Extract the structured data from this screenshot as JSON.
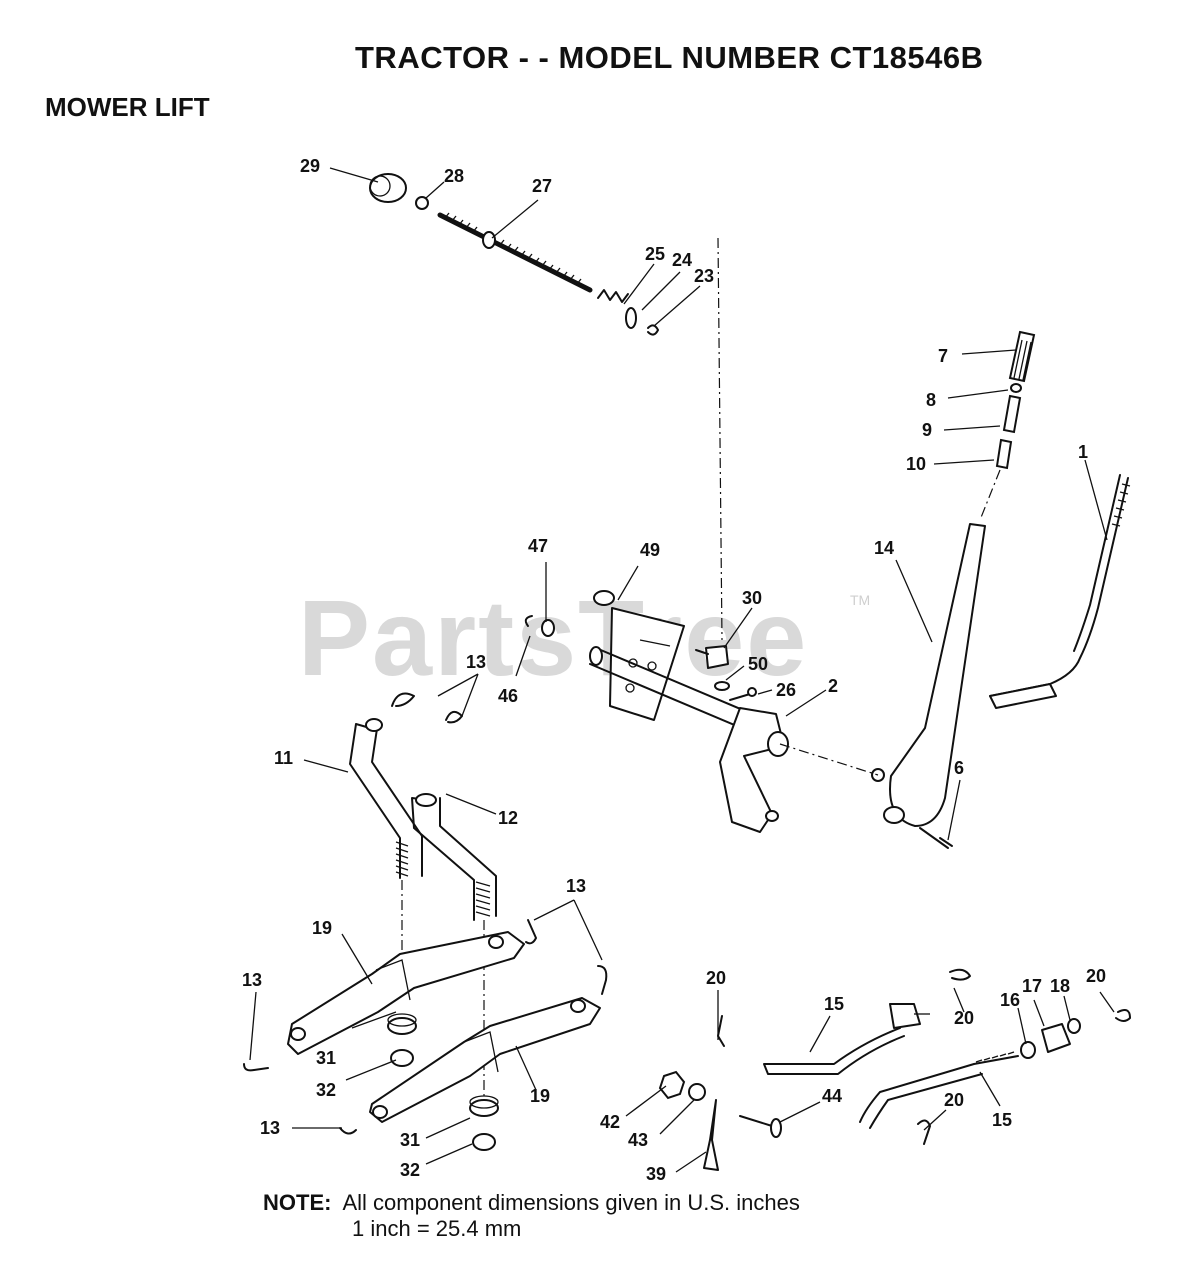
{
  "header": {
    "title": "TRACTOR - - MODEL NUMBER CT18546B",
    "section": "MOWER LIFT"
  },
  "watermark": {
    "text": "PartsTree",
    "tm": "TM"
  },
  "note": {
    "label": "NOTE:",
    "line1": "All component dimensions given in U.S. inches",
    "line2": "1 inch = 25.4 mm"
  },
  "callouts": [
    "29",
    "28",
    "27",
    "25",
    "24",
    "23",
    "7",
    "8",
    "9",
    "10",
    "1",
    "14",
    "47",
    "49",
    "30",
    "50",
    "26",
    "2",
    "46",
    "13",
    "11",
    "12",
    "6",
    "13",
    "19",
    "13",
    "31",
    "32",
    "19",
    "13",
    "31",
    "32",
    "20",
    "15",
    "20",
    "16",
    "17",
    "18",
    "20",
    "42",
    "43",
    "44",
    "39",
    "20",
    "15"
  ]
}
